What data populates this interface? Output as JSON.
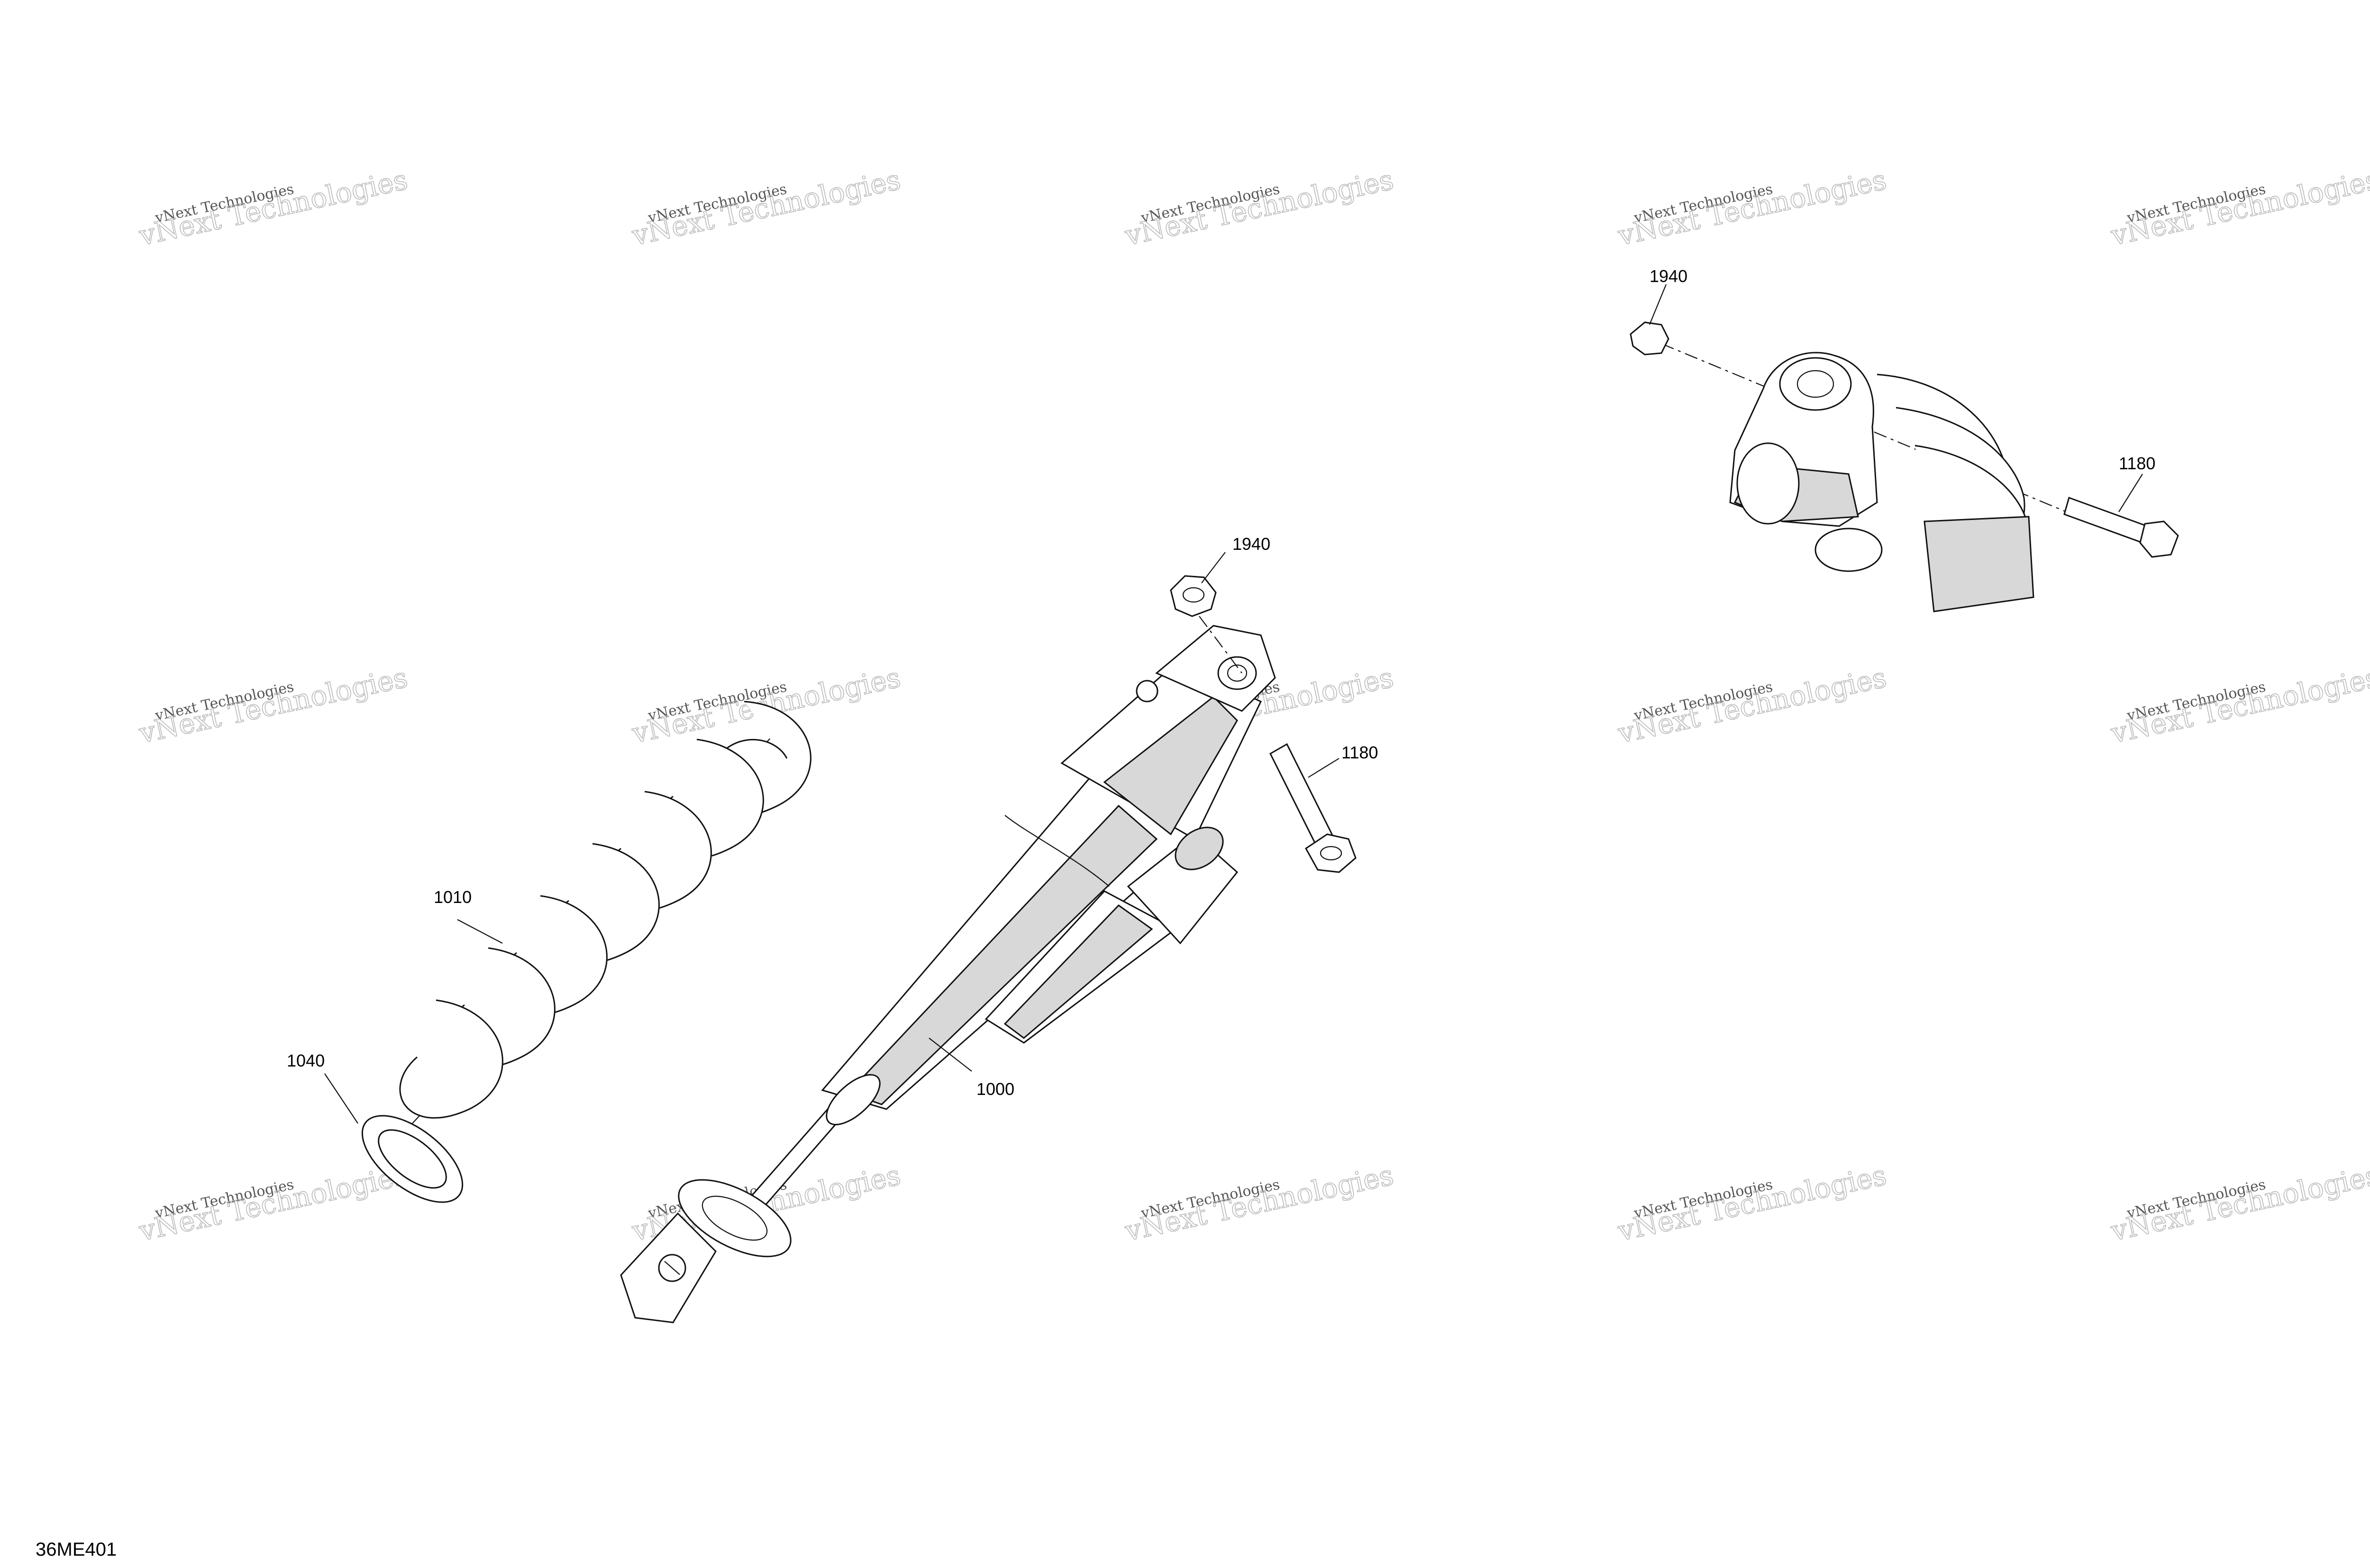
{
  "diagram": {
    "drawing_code": "36ME401",
    "watermark_text": "vNext Technologies",
    "callouts": {
      "shock_absorber": "1000",
      "spring": "1010",
      "spring_retainer": "1040",
      "bolt_main": "1180",
      "nut_main": "1940",
      "bolt_detail": "1180",
      "nut_detail": "1940"
    }
  }
}
